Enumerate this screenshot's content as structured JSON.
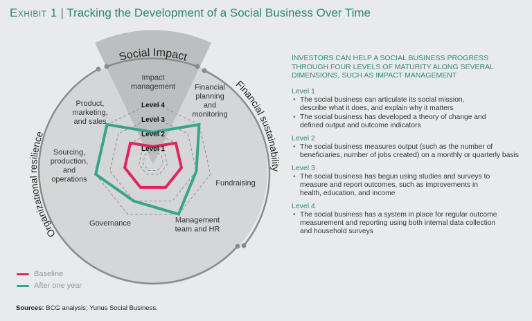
{
  "title": {
    "exhibit": "Exhibit 1",
    "separator": "|",
    "text": "Tracking the Development of a Social Business Over Time"
  },
  "arcs": {
    "social": "Social Impact",
    "financial": "Financial sustainability",
    "organizational": "Organizational resilience"
  },
  "chart_data": {
    "type": "radar",
    "axes": [
      "Impact management",
      "Financial planning and monitoring",
      "Fundraising",
      "Management team and HR",
      "Governance",
      "Sourcing, production, and operations",
      "Product, marketing, and sales"
    ],
    "axis_label_lines": [
      [
        "Impact",
        "management"
      ],
      [
        "Financial",
        "planning",
        "and",
        "monitoring"
      ],
      [
        "Fundraising"
      ],
      [
        "Management",
        "team and HR"
      ],
      [
        "Governance"
      ],
      [
        "Sourcing,",
        "production,",
        "and",
        "operations"
      ],
      [
        "Product,",
        "marketing,",
        "and sales"
      ]
    ],
    "levels": [
      "Level 1",
      "Level 2",
      "Level 3",
      "Level 4"
    ],
    "series": [
      {
        "name": "Baseline",
        "color": "#e0245e",
        "values": [
          1,
          2,
          2,
          2,
          2,
          2,
          2
        ]
      },
      {
        "name": "After one year",
        "color": "#36a58b",
        "values": [
          2,
          4,
          3,
          4,
          3,
          4,
          4
        ]
      }
    ]
  },
  "right": {
    "heading": [
      "INVESTORS CAN HELP A SOCIAL BUSINESS PROGRESS",
      "THROUGH FOUR LEVELS OF MATURITY ALONG SEVERAL",
      "DIMENSIONS, SUCH AS IMPACT MANAGEMENT"
    ],
    "levels": [
      {
        "label": "Level 1",
        "bullets": [
          "The social business can articulate its social mission, describe what it does, and explain why it matters",
          "The social business has developed a theory of change and defined output and outcome indicators"
        ]
      },
      {
        "label": "Level 2",
        "bullets": [
          "The social business measures output (such as the number of beneficiaries, number of jobs created) on a monthly or quarterly basis"
        ]
      },
      {
        "label": "Level 3",
        "bullets": [
          "The social business has begun using studies and surveys to measure and report outcomes, such as improvements in health, education, and income"
        ]
      },
      {
        "label": "Level 4",
        "bullets": [
          "The social business has a system in place for regular outcome measurement and reporting using both internal data collection and household surveys"
        ]
      }
    ]
  },
  "legend": {
    "baseline": "Baseline",
    "after": "After one year"
  },
  "sources": {
    "label": "Sources:",
    "text": "BCG analysis; Yunus Social Business."
  }
}
